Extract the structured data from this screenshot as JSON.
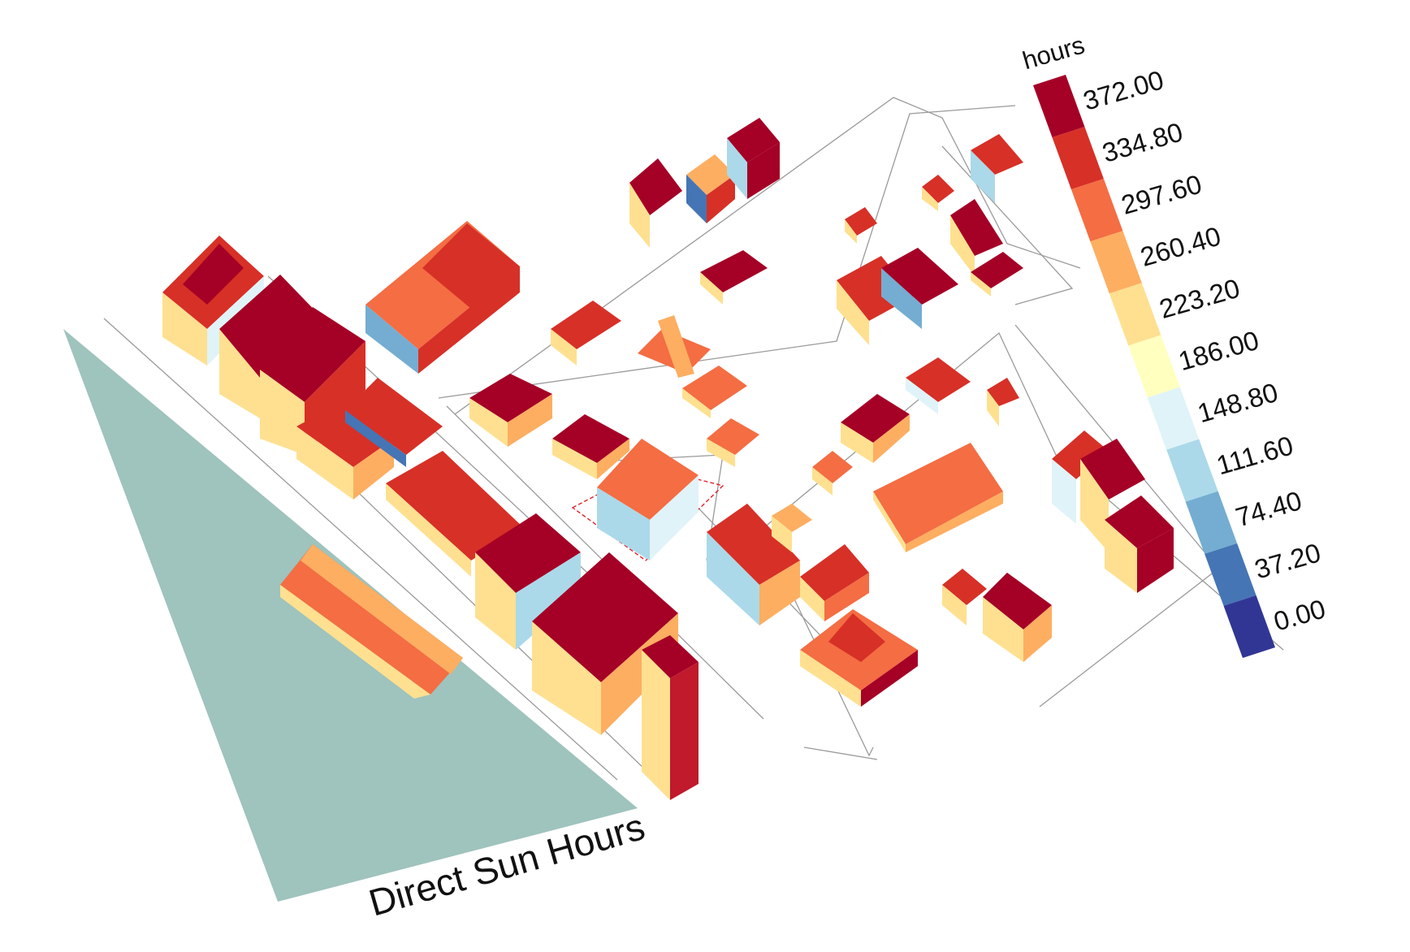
{
  "title": "Direct Sun Hours",
  "legend": {
    "unit": "hours",
    "labels": [
      "372.00",
      "334.80",
      "297.60",
      "260.40",
      "223.20",
      "186.00",
      "148.80",
      "111.60",
      "74.40",
      "37.20",
      "0.00"
    ],
    "colors": [
      "#a50026",
      "#d73027",
      "#f46d43",
      "#fdae61",
      "#fee090",
      "#ffffbf",
      "#e0f3f8",
      "#abd9e9",
      "#74add1",
      "#4575b4",
      "#313695"
    ]
  },
  "colors": {
    "ground_shadow": "#9fc3bd",
    "street_outline": "#9a9a9a",
    "site_boundary": "#e0202a"
  }
}
